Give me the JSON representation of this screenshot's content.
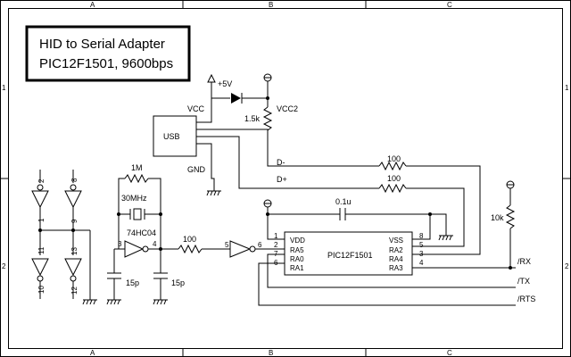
{
  "title": {
    "line1": "HID to Serial Adapter",
    "line2": "PIC12F1501, 9600bps"
  },
  "border": {
    "columns": [
      "A",
      "B",
      "C"
    ],
    "rows": [
      "1",
      "2"
    ]
  },
  "usb": {
    "label": "USB",
    "vcc": "VCC",
    "gnd": "GND",
    "dminus": "D-",
    "dplus": "D+"
  },
  "power": {
    "plus5v": "+5V",
    "vcc2": "VCC2"
  },
  "components": {
    "r_pullup": "1.5k",
    "r_d1": "100",
    "r_d2": "100",
    "r_osc": "100",
    "r_rx": "10k",
    "r_feedback": "1M",
    "crystal": "30MHz",
    "inverter": "74HC04",
    "cap1": "15p",
    "cap2": "15p",
    "cap_decouple": "0.1u"
  },
  "pins": {
    "inv_in": "3",
    "inv_out": "4",
    "inv2_in": "5",
    "inv2_out": "6",
    "g1_a": "2",
    "g1_b": "1",
    "g2_a": "8",
    "g2_b": "9",
    "g3_a": "11",
    "g3_b": "10",
    "g4_a": "13",
    "g4_b": "12"
  },
  "pic": {
    "name": "PIC12F1501",
    "left_pins": [
      "1",
      "2",
      "7",
      "6"
    ],
    "left_labels": [
      "VDD",
      "RA5",
      "RA0",
      "RA1"
    ],
    "right_pins": [
      "8",
      "5",
      "3",
      "4"
    ],
    "right_labels": [
      "VSS",
      "RA2",
      "RA4",
      "RA3"
    ]
  },
  "signals": [
    "/RX",
    "/TX",
    "/RTS"
  ]
}
